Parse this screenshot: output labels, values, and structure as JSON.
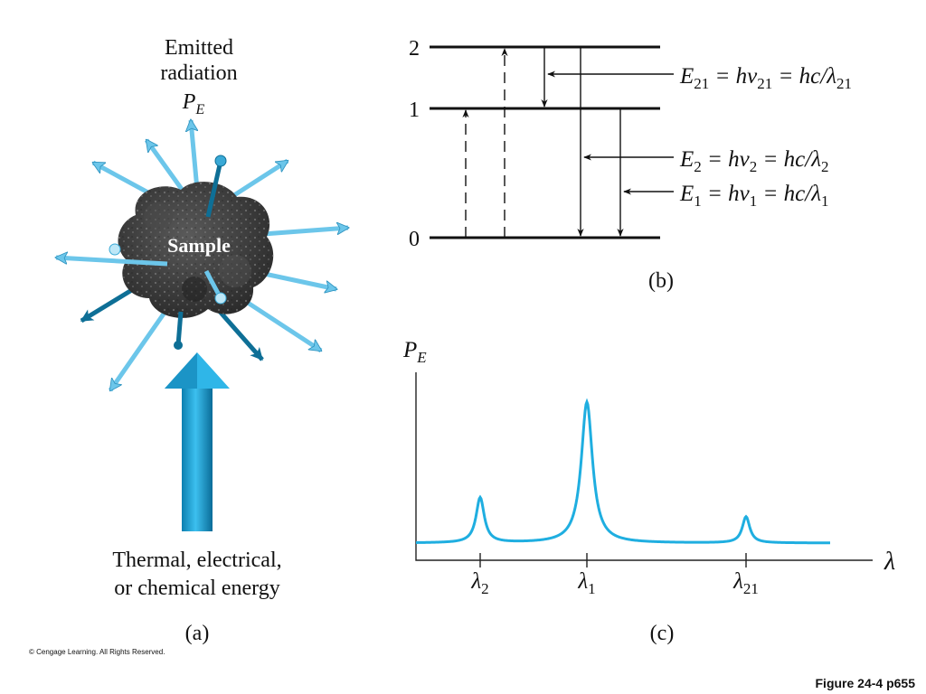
{
  "panel_a": {
    "top_label_line1": "Emitted",
    "top_label_line2": "radiation",
    "power_symbol": "P",
    "power_subscript": "E",
    "sample_label": "Sample",
    "bottom_label_line1": "Thermal, electrical,",
    "bottom_label_line2": "or chemical energy",
    "panel_label": "(a)"
  },
  "panel_b": {
    "levels": [
      "2",
      "1",
      "0"
    ],
    "eq21": {
      "E": "E",
      "sub": "21",
      "mid": " = h",
      "nu": "ν",
      "nusub": "21",
      "eqc": " = hc/",
      "lam": "λ",
      "lamsub": "21"
    },
    "eq2": {
      "E": "E",
      "sub": "2",
      "mid": " = h",
      "nu": "ν",
      "nusub": "2",
      "eqc": " = hc/",
      "lam": "λ",
      "lamsub": "2"
    },
    "eq1": {
      "E": "E",
      "sub": "1",
      "mid": " = h",
      "nu": "ν",
      "nusub": "1",
      "eqc": " = hc/",
      "lam": "λ",
      "lamsub": "1"
    },
    "panel_label": "(b)"
  },
  "panel_c": {
    "ylabel": "P",
    "ylabel_sub": "E",
    "xlabel": "λ",
    "ticks": [
      {
        "sym": "λ",
        "sub": "2"
      },
      {
        "sym": "λ",
        "sub": "1"
      },
      {
        "sym": "λ",
        "sub": "21"
      }
    ],
    "panel_label": "(c)"
  },
  "copyright": "© Cengage Learning. All Rights Reserved.",
  "figure_ref": "Figure 24-4 p655",
  "colors": {
    "accent": "#1faee0",
    "arrow_light": "#6cc6ea",
    "arrow_dark": "#0e6f96",
    "sample": "#3a3a3a",
    "line": "#111111"
  }
}
